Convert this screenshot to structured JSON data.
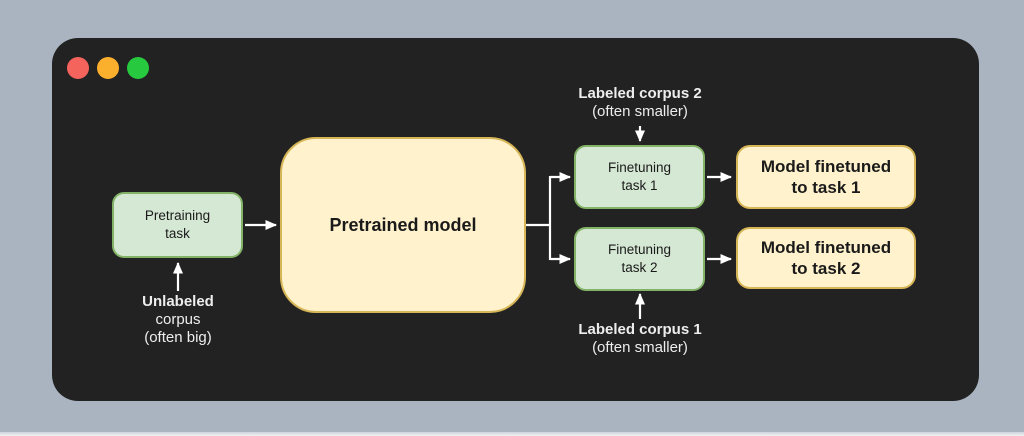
{
  "diagram": {
    "nodes": {
      "pretraining_task": {
        "line1": "Pretraining",
        "line2": "task"
      },
      "pretrained_model": {
        "label": "Pretrained model"
      },
      "finetuning_task_1": {
        "line1": "Finetuning",
        "line2": "task 1"
      },
      "finetuning_task_2": {
        "line1": "Finetuning",
        "line2": "task 2"
      },
      "model_finetuned_1": {
        "line1": "Model finetuned",
        "line2": "to task 1"
      },
      "model_finetuned_2": {
        "line1": "Model finetuned",
        "line2": "to task 2"
      }
    },
    "annotations": {
      "unlabeled_corpus": {
        "line1": "Unlabeled",
        "line2": "corpus",
        "line3": "(often big)"
      },
      "labeled_corpus_2": {
        "line1": "Labeled corpus 2",
        "line2": "(often smaller)"
      },
      "labeled_corpus_1": {
        "line1": "Labeled corpus 1",
        "line2": "(often smaller)"
      }
    }
  },
  "colors": {
    "page_bg": "#a9b4c0",
    "window_bg": "#222222",
    "node_green_fill": "#d5e8d4",
    "node_green_border": "#82b366",
    "node_yellow_fill": "#fff2cc",
    "node_yellow_border": "#d6b656",
    "node_text": "#1a1a1a",
    "annotation_text": "#ededed",
    "arrow": "#ffffff",
    "traffic_red": "#f4635c",
    "traffic_yellow": "#fbb02d",
    "traffic_green": "#27c93f"
  }
}
